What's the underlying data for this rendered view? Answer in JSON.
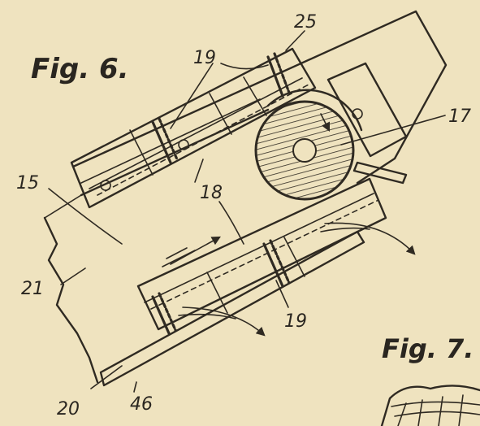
{
  "figures": {
    "fig6_title": "Fig. 6.",
    "fig7_title": "Fig. 7."
  },
  "references": {
    "r25": "25",
    "r19_top": "19",
    "r17": "17",
    "r15": "15",
    "r18": "18",
    "r21": "21",
    "r19_bottom": "19",
    "r20": "20",
    "r46": "46"
  },
  "colors": {
    "paper": "#efe3bf",
    "ink": "#2f2a22"
  }
}
